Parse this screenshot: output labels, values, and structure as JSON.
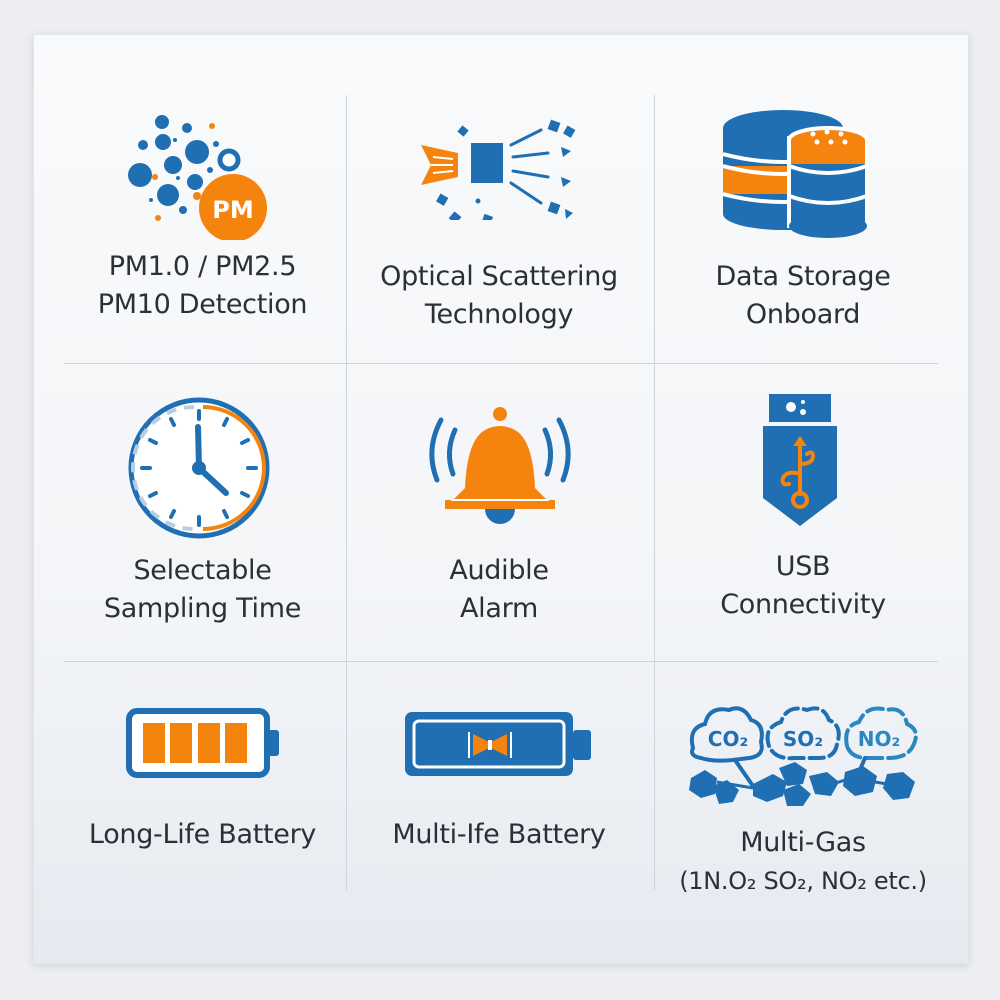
{
  "features": [
    {
      "id": "pm",
      "line1": "PM1.0 / PM2.5",
      "line2": "PM10 Detection",
      "icon": "particles-pm-icon",
      "badge": "PM"
    },
    {
      "id": "optical",
      "line1": "Optical Scattering",
      "line2": "Technology",
      "icon": "optical-scattering-icon"
    },
    {
      "id": "storage",
      "line1": "Data Storage",
      "line2": "Onboard",
      "icon": "database-icon"
    },
    {
      "id": "sampling",
      "line1": "Selectable",
      "line2": "Sampling Time",
      "icon": "clock-icon"
    },
    {
      "id": "alarm",
      "line1": "Audible",
      "line2": "Alarm",
      "icon": "bell-icon"
    },
    {
      "id": "usb",
      "line1": "USB",
      "line2": "Connectivity",
      "icon": "usb-icon"
    },
    {
      "id": "battery1",
      "line1": "Long-Life Battery",
      "icon": "battery-full-icon"
    },
    {
      "id": "battery2",
      "line1": "Multi-Ife Battery",
      "icon": "battery-bowtie-icon"
    },
    {
      "id": "gas",
      "line1": "Multi-Gas",
      "line2": "(1N.O₂ SO₂, NO₂ etc.)",
      "icon": "gas-clouds-icon",
      "gases": [
        "CO₂",
        "SO₂",
        "NO₂"
      ]
    }
  ],
  "colors": {
    "blue": "#1f6fb2",
    "orange": "#f5840f",
    "text": "#2c2f35"
  }
}
